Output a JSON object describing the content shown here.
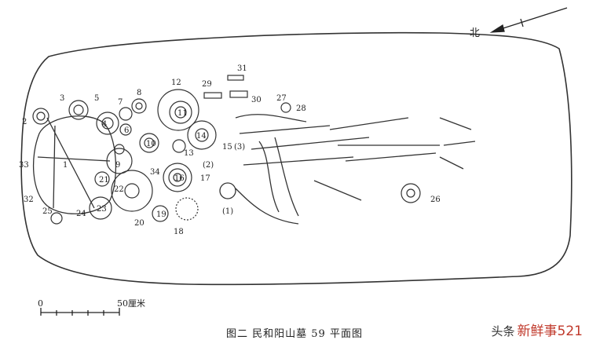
{
  "caption": "图二   民和阳山墓 59 平面图",
  "north_label": "北",
  "scale": {
    "zero": "0",
    "end": "50厘米"
  },
  "watermark": {
    "head": "头条",
    "brand": "新鲜事521"
  },
  "vessel_labels": [
    "1",
    "2",
    "3",
    "4",
    "5",
    "6",
    "7",
    "8",
    "9",
    "10",
    "11",
    "12",
    "13",
    "14",
    "15",
    "16",
    "17",
    "18",
    "19",
    "20",
    "21",
    "22",
    "23",
    "24",
    "25",
    "26",
    "27",
    "28",
    "29",
    "30",
    "31",
    "32",
    "33",
    "34"
  ],
  "burial_labels": [
    "(1)",
    "(2)",
    "(3)"
  ]
}
